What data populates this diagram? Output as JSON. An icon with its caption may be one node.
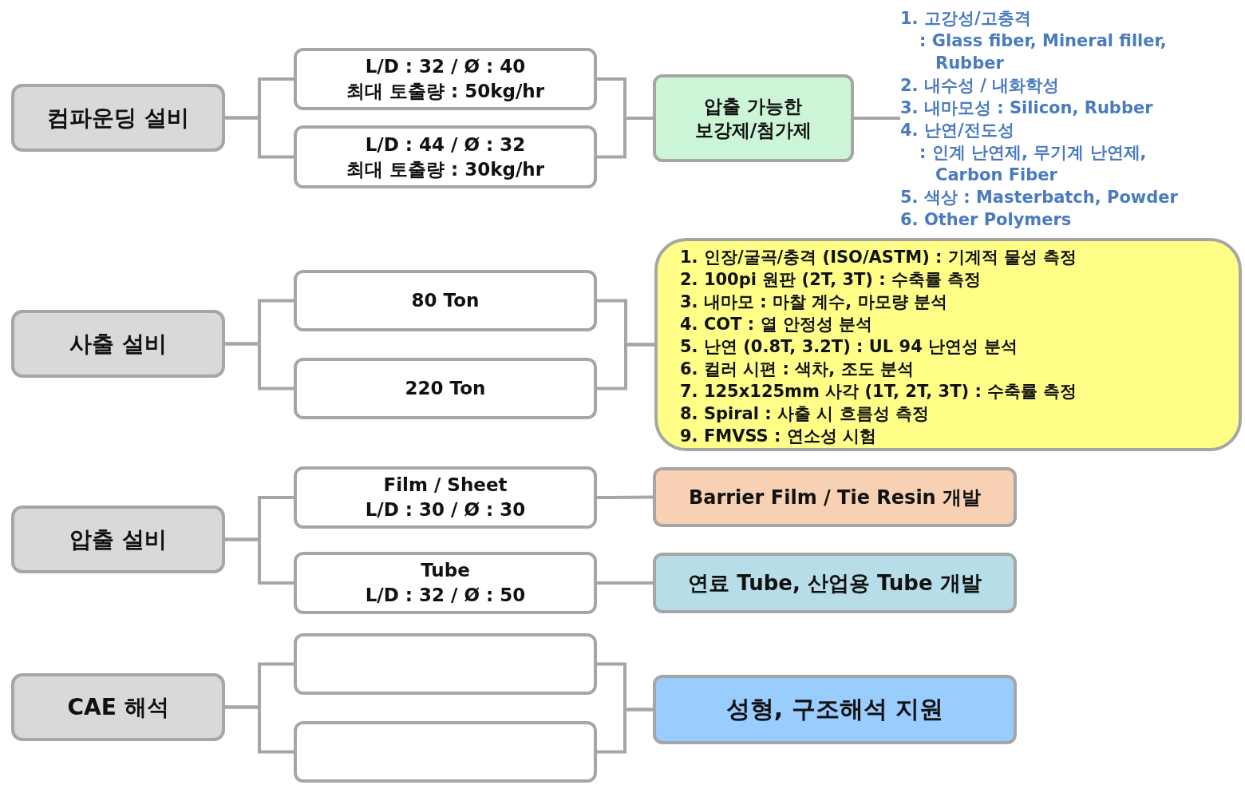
{
  "diagram": {
    "nodes": [
      {
        "text": [
          "컴파운딩 설비"
        ]
      },
      {
        "text": [
          "L/D : 32 / Ø : 40",
          "최대 토출량 : 50kg/hr"
        ]
      },
      {
        "text": [
          "L/D : 44 / Ø : 32",
          "최대 토출량 : 30kg/hr"
        ]
      },
      {
        "text": [
          "압출 가능한 보강제/첨가제"
        ]
      },
      {
        "text": [
          "1. 고강성/고충격",
          ": Glass fiber, Mineral filler, Rubber",
          "2. 내수성 / 내화학성",
          "3. 내마모성 : Silicon, Rubber",
          "4. 난연/전도성",
          ": 인계 난연제, 무기계 난연제, Carbon Fiber",
          "5. 색상 : Masterbatch, Powder",
          "6. Other Polymers"
        ]
      },
      {
        "text": [
          "사출 설비"
        ]
      },
      {
        "text": [
          "80 Ton"
        ]
      },
      {
        "text": [
          "220 Ton"
        ]
      },
      {
        "text": [
          "1. 인장/굴곡/충격 (ISO/ASTM) : 기계적 물성 측정",
          "2. 100pi 원판 (2T, 3T) : 수축률 측정",
          "3. 내마모 : 마찰 계수, 마모량 분석",
          "4. COT : 열 안정성 분석",
          "5. 난연 (0.8T, 3.2T) : UL 94 난연성 분석",
          "6. 컬러 시편 : 색차, 조도 분석",
          "7. 125x125mm 사각 (1T, 2T, 3T) : 수축률 측정",
          "8. Spiral : 사출 시 흐름성 측정",
          "9. FMVSS : 연소성 시험"
        ]
      },
      {
        "text": [
          "압출 설비"
        ]
      },
      {
        "text": [
          "Film / Sheet",
          "L/D : 30 / Ø : 30"
        ]
      },
      {
        "text": [
          "Tube",
          "L/D : 32 / Ø : 50"
        ]
      },
      {
        "text": [
          "Barrier Film / Tie Resin 개발"
        ]
      },
      {
        "text": [
          "연료 Tube, 산업용 Tube 개발"
        ]
      },
      {
        "text": [
          "CAE 해석"
        ]
      },
      {
        "text": [],
        "shape": "box"
      },
      {
        "text": [],
        "shape": "box"
      },
      {
        "text": [
          "성형, 구조해석 지원"
        ]
      }
    ],
    "edges": [
      {
        "from": 0,
        "to": 1,
        "arrow": "none"
      },
      {
        "from": 0,
        "to": 2,
        "arrow": "none"
      },
      {
        "from": 1,
        "to": 3,
        "arrow": "none"
      },
      {
        "from": 2,
        "to": 3,
        "arrow": "none"
      },
      {
        "from": 3,
        "to": 4,
        "arrow": "none"
      },
      {
        "from": 5,
        "to": 6,
        "arrow": "none"
      },
      {
        "from": 5,
        "to": 7,
        "arrow": "none"
      },
      {
        "from": 6,
        "to": 8,
        "arrow": "none"
      },
      {
        "from": 7,
        "to": 8,
        "arrow": "none"
      },
      {
        "from": 9,
        "to": 10,
        "arrow": "none"
      },
      {
        "from": 9,
        "to": 11,
        "arrow": "none"
      },
      {
        "from": 10,
        "to": 12,
        "arrow": "none"
      },
      {
        "from": 11,
        "to": 13,
        "arrow": "none"
      },
      {
        "from": 14,
        "to": 15,
        "arrow": "none"
      },
      {
        "from": 14,
        "to": 16,
        "arrow": "none"
      },
      {
        "from": 15,
        "to": 17,
        "arrow": "none"
      },
      {
        "from": 16,
        "to": 17,
        "arrow": "none"
      }
    ]
  }
}
